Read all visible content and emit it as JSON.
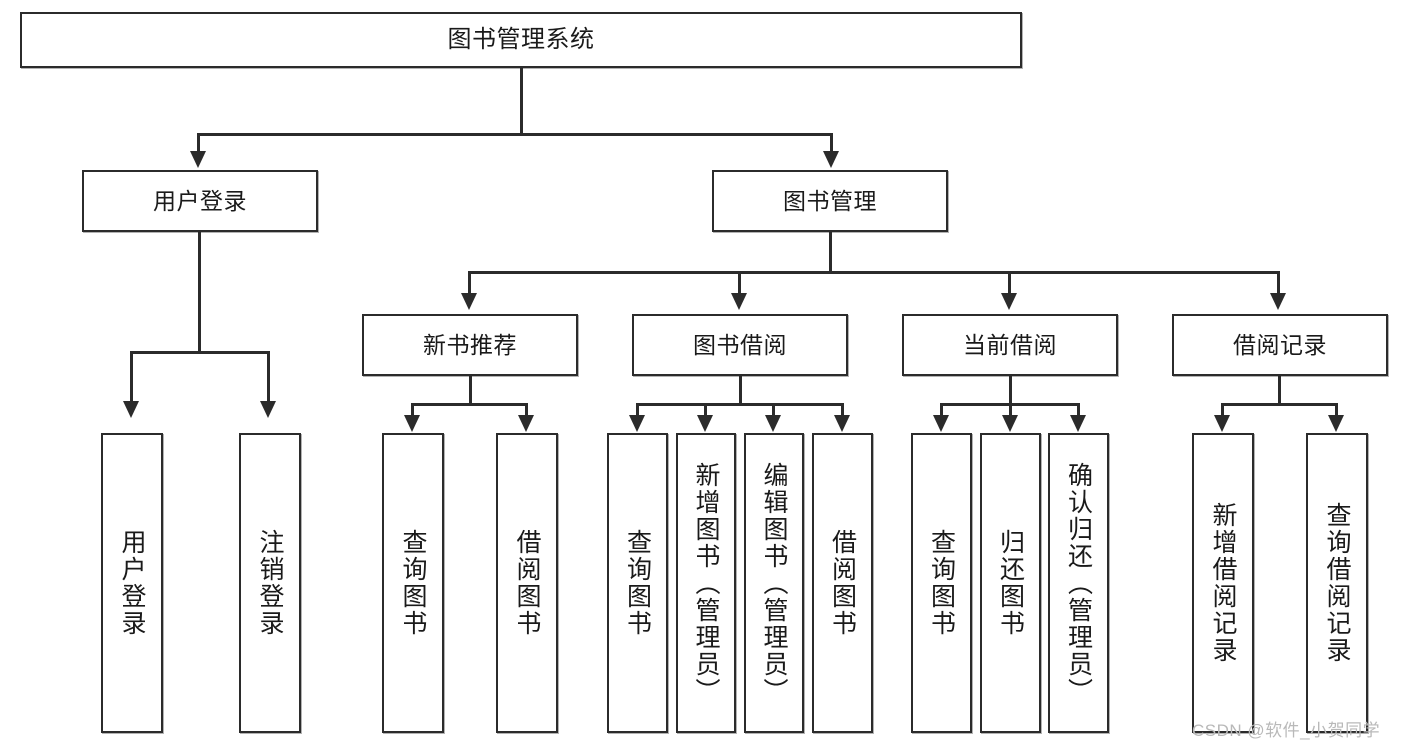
{
  "diagram": {
    "title": "图书管理系统",
    "type": "tree-hierarchy-diagram",
    "root": {
      "label": "图书管理系统"
    },
    "level2": [
      {
        "label": "用户登录"
      },
      {
        "label": "图书管理"
      }
    ],
    "level3": [
      {
        "label": "新书推荐"
      },
      {
        "label": "图书借阅"
      },
      {
        "label": "当前借阅"
      },
      {
        "label": "借阅记录"
      }
    ],
    "leaves": {
      "user_login": [
        {
          "label": "用户登录"
        },
        {
          "label": "注销登录"
        }
      ],
      "new_book_recommend": [
        {
          "label": "查询图书"
        },
        {
          "label": "借阅图书"
        }
      ],
      "book_borrow": [
        {
          "label": "查询图书"
        },
        {
          "label": "新增图书（管理员）"
        },
        {
          "label": "编辑图书（管理员）"
        },
        {
          "label": "借阅图书"
        }
      ],
      "current_borrow": [
        {
          "label": "查询图书"
        },
        {
          "label": "归还图书"
        },
        {
          "label": "确认归还（管理员）"
        }
      ],
      "borrow_record": [
        {
          "label": "新增借阅记录"
        },
        {
          "label": "查询借阅记录"
        }
      ]
    }
  },
  "watermark": {
    "text": "CSDN @软件_小贺同学"
  },
  "colors": {
    "line": "#2b2b2b",
    "box_fill": "#ffffff",
    "text": "#1a1a1a",
    "watermark": "#b9b9b9"
  }
}
